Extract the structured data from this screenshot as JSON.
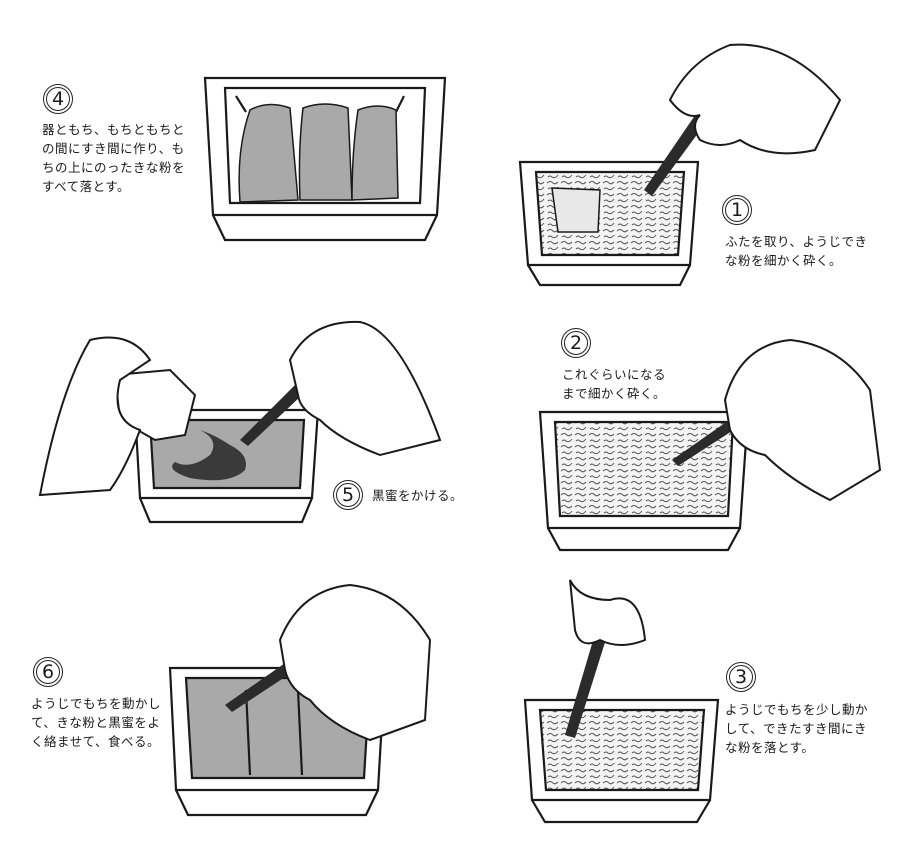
{
  "steps": [
    {
      "number": "1",
      "text": "ふたを取り、ようじでき\nな粉を細かく砕く。"
    },
    {
      "number": "2",
      "text": "これぐらいになる\nまで細かく砕く。"
    },
    {
      "number": "3",
      "text": "ようじでもちを少し動か\nして、できたすき間にき\nな粉を落とす。"
    },
    {
      "number": "4",
      "text": "器ともち、もちともちと\nの間にすき間に作り、も\nちの上にのったきな粉を\nすべて落とす。"
    },
    {
      "number": "5",
      "text": "黒蜜をかける。"
    },
    {
      "number": "6",
      "text": "ようじでもちを動かし\nて、きな粉と黒蜜をよ\nく絡ませて、食べる。"
    }
  ],
  "colors": {
    "line": "#1a1a1a",
    "mochi": "#a9a9a9",
    "syrup": "#3a3a3a",
    "powder": "#f2f2f2"
  },
  "icons": [
    "hand-icon",
    "toothpick-icon",
    "tray-icon",
    "syrup-bottle-icon"
  ]
}
